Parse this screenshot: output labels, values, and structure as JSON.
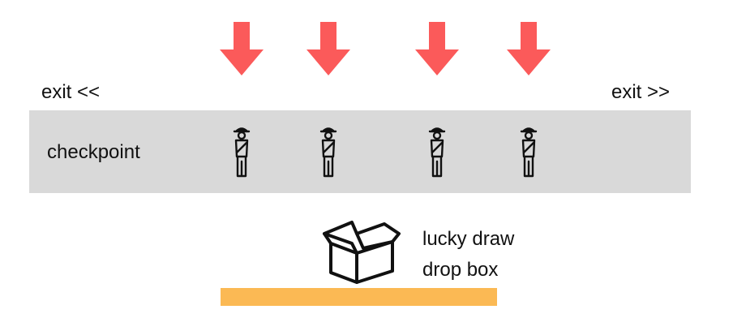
{
  "labels": {
    "exit_left": "exit <<",
    "exit_right": "exit >>",
    "checkpoint": "checkpoint",
    "drop_box_line1": "lucky draw",
    "drop_box_line2": "drop box"
  },
  "icons": {
    "arrow": "down-arrow-icon",
    "guard": "guard-icon",
    "box": "open-box-icon"
  },
  "colors": {
    "arrow": "#fb5a5a",
    "checkpoint_band": "#d9d9d9",
    "base_bar": "#fbb954",
    "icon_stroke": "#111111"
  }
}
